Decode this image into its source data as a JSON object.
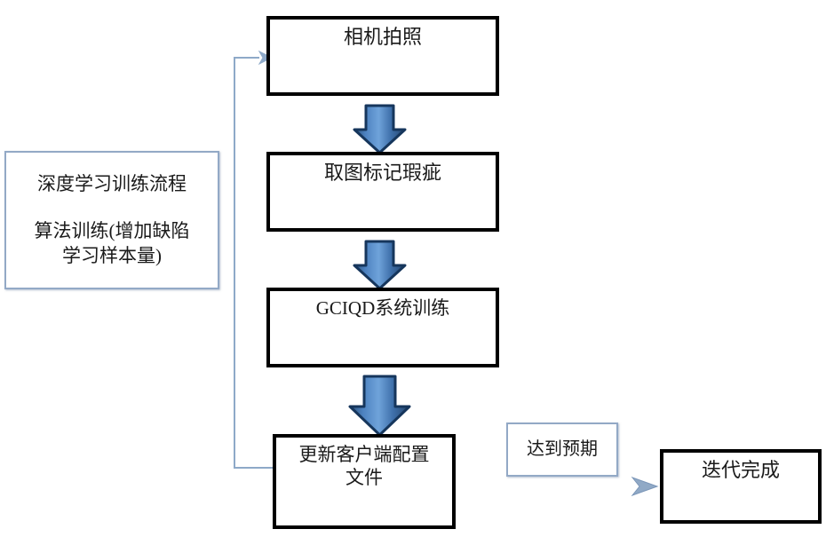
{
  "diagram": {
    "type": "flowchart",
    "orientation": "vertical-with-feedback-loop",
    "accent_color": "#3f6fa8",
    "arrow_body_color": "#4a7ebb",
    "arrow_outline_color": "#16365c",
    "connector_color": "#8ea9c8",
    "box_border_color": "#000000",
    "panel_border_color": "#93a9c6",
    "background": "#ffffff"
  },
  "side_panel": {
    "name": "deep-learning-training-process-panel",
    "title": "深度学习训练流程",
    "description": "算法训练(增加缺陷\n学习样本量)"
  },
  "nodes": {
    "camera_capture": "相机拍照",
    "mark_defects": "取图标记瑕疵",
    "system_training": "GCIQD系统训练",
    "update_client_config": "更新客户端配置\n文件",
    "expectation_reached": "达到预期",
    "iteration_complete": "迭代完成"
  },
  "connectors": {
    "feedback_label": "",
    "arrow_1": "camera_capture-to-mark_defects",
    "arrow_2": "mark_defects-to-system_training",
    "arrow_3": "system_training-to-update_client_config",
    "arrow_4": "update_client_config-to-iteration_complete",
    "arrow_feedback": "update_client_config-to-camera_capture"
  }
}
